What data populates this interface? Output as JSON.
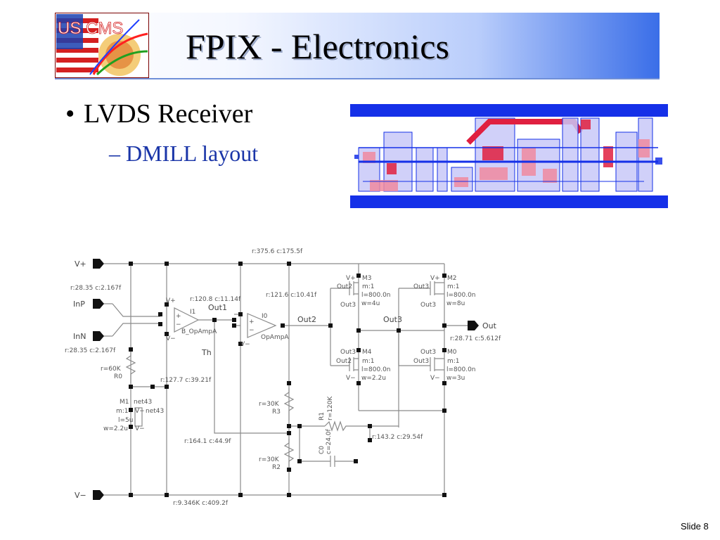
{
  "slide": {
    "title": "FPIX - Electronics",
    "bullets": [
      {
        "text": "LVDS Receiver",
        "symbol": "•"
      },
      {
        "text": "– DMILL layout"
      }
    ],
    "slide_label": "Slide",
    "slide_number": "8"
  },
  "logo": {
    "text": "US CMS",
    "icon": "us-cms-logo",
    "colors": {
      "red": "#d42020",
      "blue": "#1a3fb0"
    }
  },
  "layout_image": {
    "icon": "dmill-chip-layout",
    "colors": {
      "blue": "#1530e8",
      "pink": "#f08aa0",
      "red": "#e02040"
    }
  },
  "schematic": {
    "pins": {
      "vplus": "V+",
      "inp": "InP",
      "inn": "InN",
      "out": "Out",
      "vminus": "V−"
    },
    "labels": {
      "r_top": "r:375.6 c:175.5f",
      "r_vplus": "r:28.35 c:2.167f",
      "r_inn": "r:28.35 c:2.167f",
      "r_out1": "r:120.8 c:11.14f",
      "out1": "Out1",
      "r_out2": "r:121.6 c:10.41f",
      "out2": "Out2",
      "out3": "Out3",
      "i1": "I1",
      "i0": "I0",
      "opamp1": "B_OpAmpA",
      "opamp0": "OpAmpA",
      "th": "Th",
      "r0_val": "r=60K",
      "r0_name": "R0",
      "r_277": "r:127.7 c:39.21f",
      "m1_name": "M1",
      "m1_net": "net43",
      "m1_m": "m:1",
      "m1_l": "l=5u",
      "m1_w": "w=2.2u",
      "m1_vm": "V−",
      "m1_net2": "net43",
      "m1_vm2": "V−",
      "r3_val": "r=30K",
      "r3_name": "R3",
      "r2_val": "r=30K",
      "r2_name": "R2",
      "r1_name": "R1",
      "r1_val": "r=120K",
      "c0_name": "C0",
      "c0_val": "c=24.0f",
      "r_164": "r:164.1 c:44.9f",
      "r_143": "r:143.2 c:29.54f",
      "r_bottom": "r:9.346K c:409.2f",
      "r_out": "r:28.71 c:5.612f",
      "m3_name": "M3",
      "m3_vp": "V+",
      "m3_out2": "Out2",
      "m3_m": "m:1",
      "m3_l": "l=800.0n",
      "m3_w": "w=4u",
      "m3_out3": "Out3",
      "m4_name": "M4",
      "m4_out3": "Out3",
      "m4_out2": "Out2",
      "m4_m": "m:1",
      "m4_l": "l=800.0n",
      "m4_w": "w=2.2u",
      "m4_vm": "V−",
      "m2_name": "M2",
      "m2_vp": "V+",
      "m2_out3": "Out3",
      "m2_m": "m:1",
      "m2_l": "l=800.0n",
      "m2_w": "w=8u",
      "m2_out3b": "Out3",
      "m0_name": "M0",
      "m0_out3": "Out3",
      "m0_out3b": "Out3",
      "m0_m": "m:1",
      "m0_l": "l=800.0n",
      "m0_w": "w=3u",
      "m0_vm": "V−",
      "i1_vp": "V+",
      "i1_vm": "V−",
      "i1_plus": "+",
      "i1_minus": "−",
      "i0_plus": "+",
      "i0_minus": "−",
      "i0_vm": "V−"
    }
  }
}
